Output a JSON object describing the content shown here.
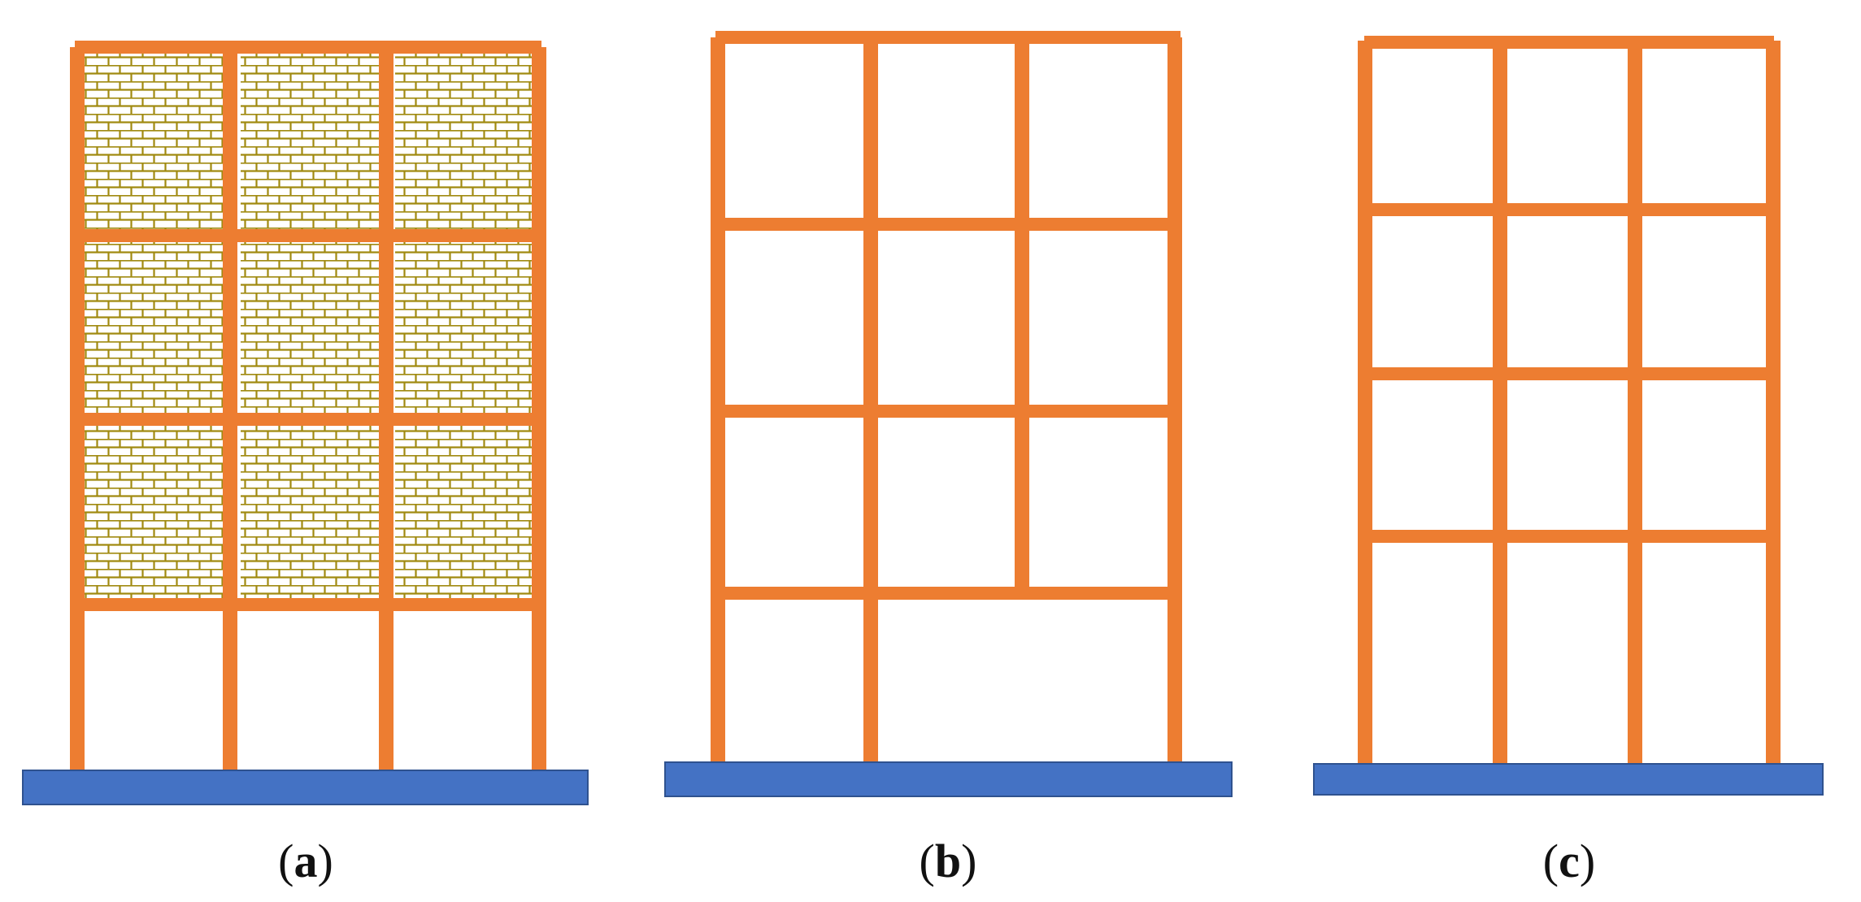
{
  "colors": {
    "frame": "#ED7D31",
    "foundation": "#4472C4",
    "foundation_border": "#2F528F",
    "brick": "#A08A10",
    "background": "#FFFFFF",
    "caption_text": "#111111"
  },
  "panels": [
    {
      "id": "a",
      "label": "a",
      "bays": 3,
      "stories": 4,
      "infill": "masonry-brick",
      "infilled_stories": 3,
      "open_ground_story": true,
      "missing_column_segments": []
    },
    {
      "id": "b",
      "label": "b",
      "bays": 3,
      "stories": 4,
      "infill": "none",
      "infilled_stories": 0,
      "open_ground_story": false,
      "missing_column_segments": [
        {
          "column": 2,
          "story": 1
        }
      ]
    },
    {
      "id": "c",
      "label": "c",
      "bays": 3,
      "stories": 4,
      "infill": "none",
      "infilled_stories": 0,
      "open_ground_story": false,
      "missing_column_segments": []
    }
  ]
}
